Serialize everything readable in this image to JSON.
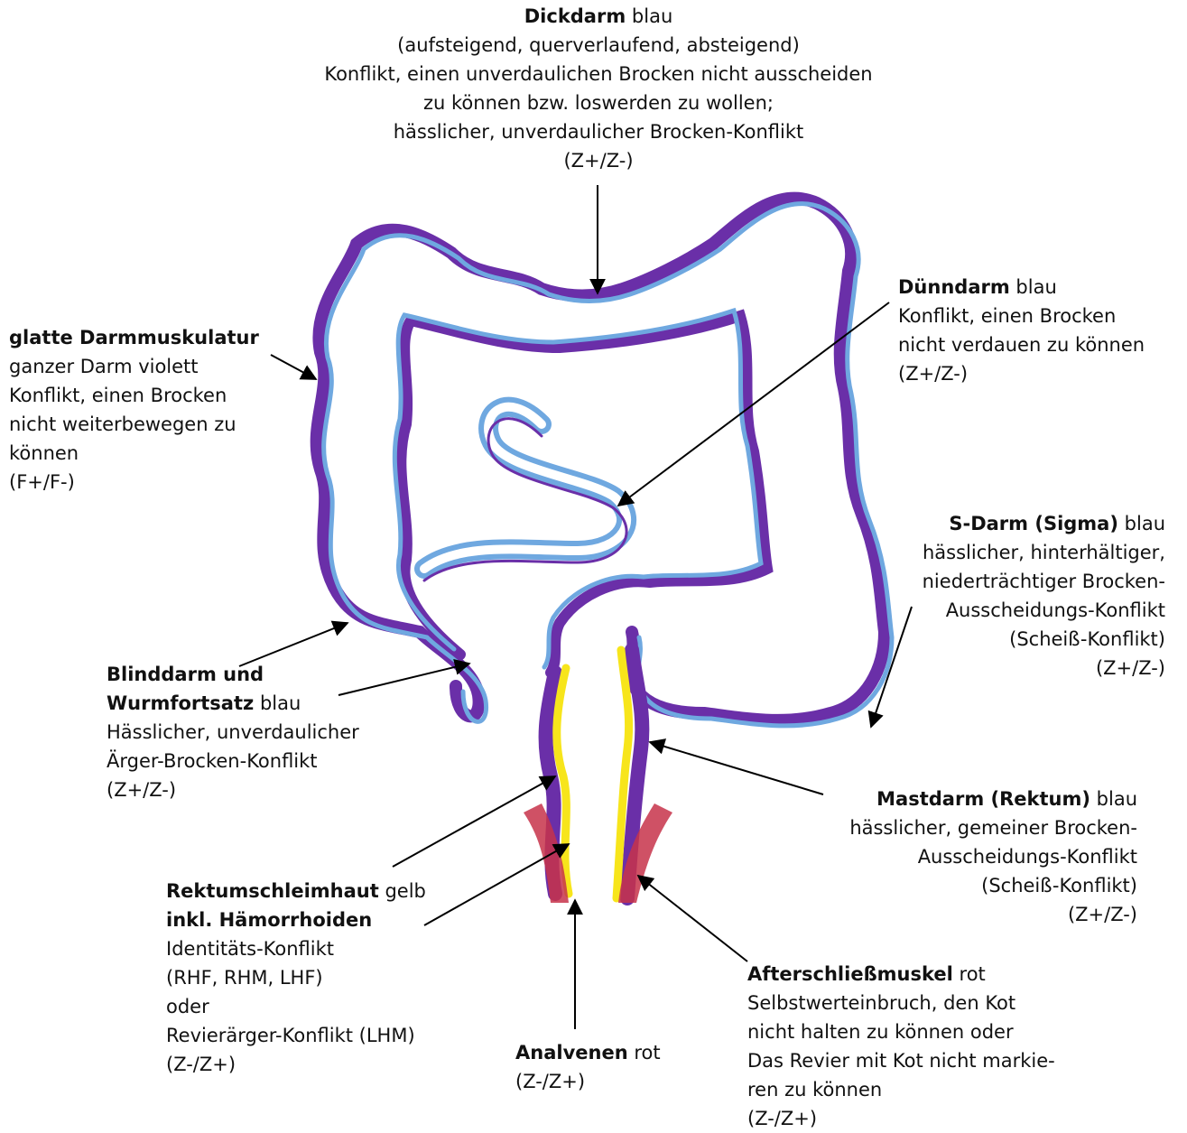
{
  "colors": {
    "dickdarm_blue": "#6fa8e0",
    "muscle_violet": "#6a2fa8",
    "mucosa_yellow": "#f7e51b",
    "sphincter_red": "#c7324a",
    "arrow": "#000000"
  },
  "labels": {
    "dickdarm": {
      "title": "Dickdarm",
      "color": "blau",
      "lines": [
        "(aufsteigend, querverlaufend, absteigend)",
        "Konflikt, einen unverdaulichen Brocken nicht ausscheiden",
        "zu können bzw. loswerden zu wollen;",
        "hässlicher, unverdaulicher Brocken-Konflikt",
        "(Z+/Z-)"
      ]
    },
    "duenndarm": {
      "title": "Dünndarm",
      "color": "blau",
      "lines": [
        "Konflikt, einen Brocken",
        "nicht verdauen zu können",
        "(Z+/Z-)"
      ]
    },
    "muskulatur": {
      "title": "glatte Darmmuskulatur",
      "lines": [
        "ganzer Darm violett",
        "Konflikt, einen Brocken",
        "nicht weiterbewegen zu",
        "können",
        "(F+/F-)"
      ]
    },
    "sdarm": {
      "title": "S-Darm (Sigma)",
      "color": "blau",
      "lines": [
        "hässlicher, hinterhältiger,",
        "niederträchtiger Brocken-",
        "Ausscheidungs-Konflikt",
        "(Scheiß-Konflikt)",
        "(Z+/Z-)"
      ]
    },
    "blinddarm": {
      "title1": "Blinddarm und",
      "title2": "Wurmfortsatz",
      "color": "blau",
      "lines": [
        "Hässlicher, unverdaulicher",
        "Ärger-Brocken-Konflikt",
        "(Z+/Z-)"
      ]
    },
    "mastdarm": {
      "title": "Mastdarm (Rektum)",
      "color": "blau",
      "lines": [
        "hässlicher, gemeiner Brocken-",
        "Ausscheidungs-Konflikt",
        "(Scheiß-Konflikt)",
        "(Z+/Z-)"
      ]
    },
    "rektumschleimhaut": {
      "title": "Rektumschleimhaut",
      "color": "gelb",
      "title2": "inkl. Hämorrhoiden",
      "lines": [
        "Identitäts-Konflikt",
        "(RHF, RHM, LHF)",
        "oder",
        "Revierärger-Konflikt (LHM)",
        "(Z-/Z+)"
      ]
    },
    "analvenen": {
      "title": "Analvenen",
      "color": "rot",
      "lines": [
        "(Z-/Z+)"
      ]
    },
    "afterschliessmuskel": {
      "title": "Afterschließmuskel",
      "color": "rot",
      "lines": [
        "Selbstwerteinbruch, den Kot",
        "nicht halten zu können oder",
        "Das Revier mit Kot nicht markie-",
        "ren zu können",
        "(Z-/Z+)"
      ]
    }
  }
}
